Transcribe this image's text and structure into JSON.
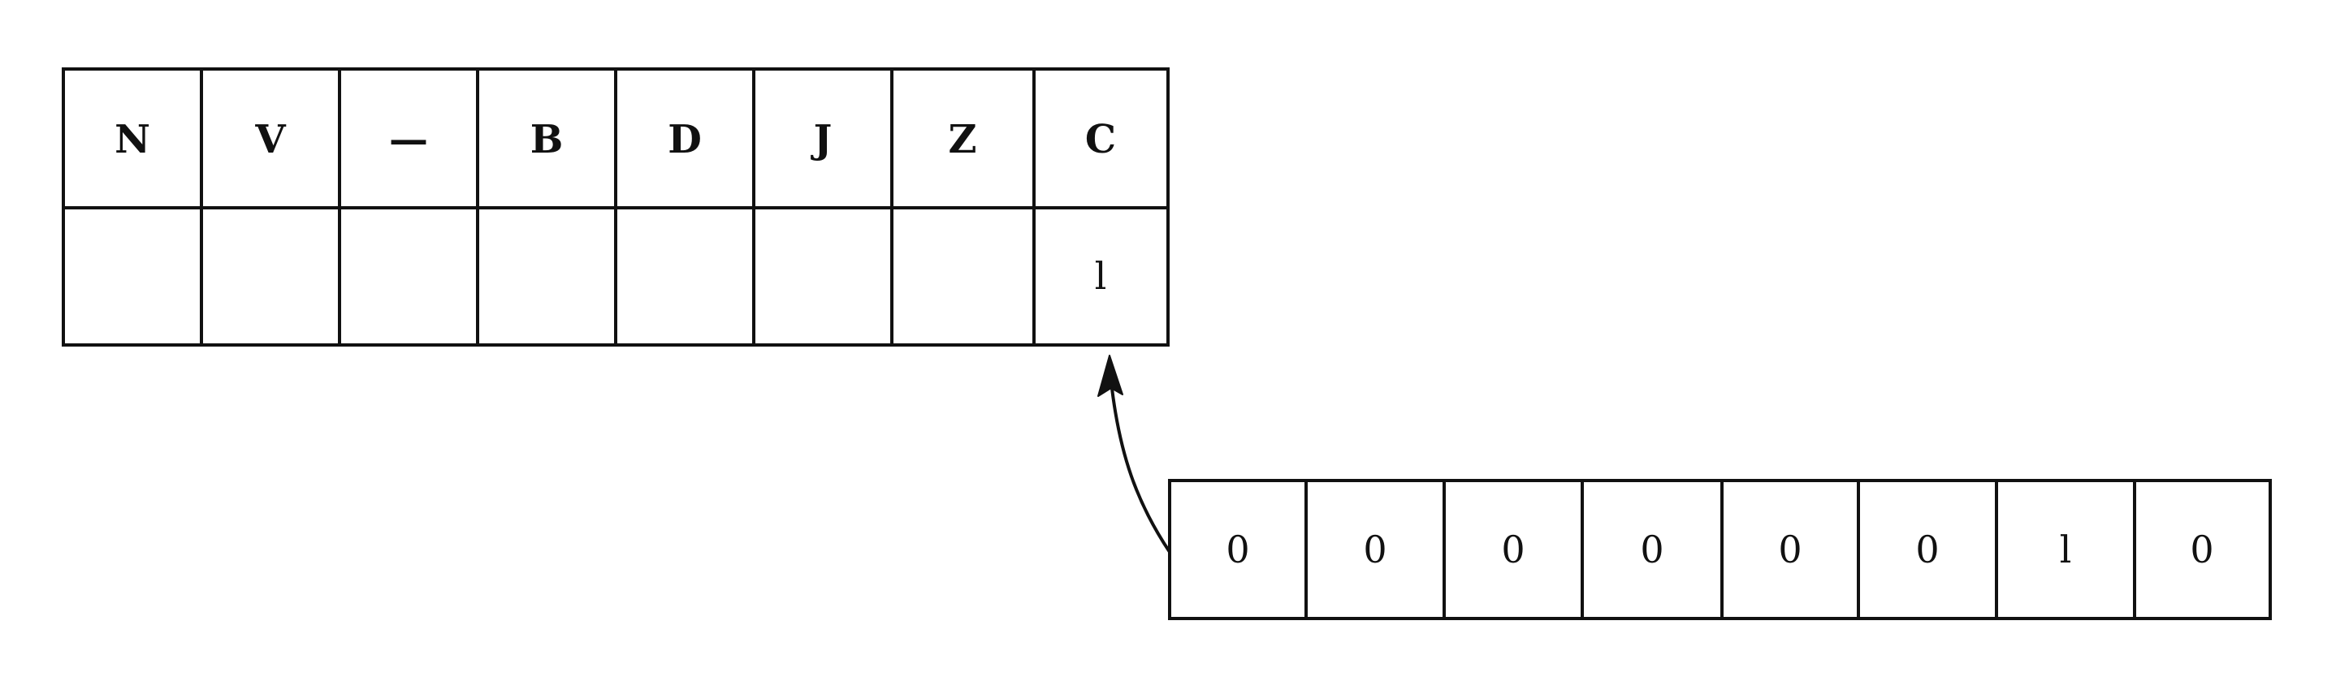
{
  "status_register": {
    "flags": [
      "N",
      "V",
      "—",
      "B",
      "D",
      "J",
      "Z",
      "C"
    ],
    "values": [
      "",
      "",
      "",
      "",
      "",
      "",
      "",
      "l"
    ]
  },
  "data_byte": {
    "bits": [
      "0",
      "0",
      "0",
      "0",
      "0",
      "0",
      "l",
      "0"
    ]
  }
}
